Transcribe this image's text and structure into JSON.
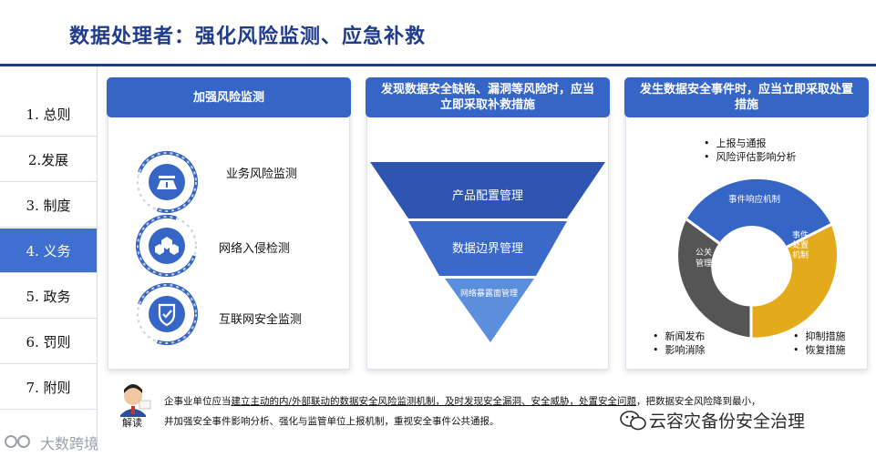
{
  "title": "数据处理者：强化风险监测、应急补救",
  "sidebar": [
    {
      "label": "1. 总则"
    },
    {
      "label": "2.发展"
    },
    {
      "label": "3. 制度"
    },
    {
      "label": "4. 义务"
    },
    {
      "label": "5. 政务"
    },
    {
      "label": "6. 罚则"
    },
    {
      "label": "7. 附则"
    }
  ],
  "sidebar_active_index": 3,
  "panel1": {
    "header": "加强风险监测",
    "items": [
      {
        "label": "业务风险监测",
        "icon": "road-icon"
      },
      {
        "label": "网络入侵检测",
        "icon": "network-icon"
      },
      {
        "label": "互联网安全监测",
        "icon": "shield-check-icon"
      }
    ]
  },
  "panel2": {
    "header_line1": "发现数据安全缺陷、漏洞等风险时，应当",
    "header_line2": "立即采取补救措施",
    "funnel": [
      "产品配置管理",
      "数据边界管理",
      "网络暴露面管理"
    ]
  },
  "panel3": {
    "header_line1": "发生数据安全事件时，应当立即采取处置",
    "header_line2": "措施",
    "ring_segments": [
      "事件响应机制",
      "事件处置机制",
      "公关管理"
    ],
    "segment_b_lines": [
      "事件",
      "处置",
      "机制"
    ],
    "segment_c_lines": [
      "公关",
      "管理"
    ],
    "bullets_top": [
      "上报与通报",
      "风险评估影响分析"
    ],
    "bullets_left": [
      "新闻发布",
      "影响消除"
    ],
    "bullets_right": [
      "抑制措施",
      "恢复措施"
    ]
  },
  "note": {
    "prefix": "企事业单位应当",
    "underlined": "建立主动的内/外部联动的数据安全风险监测机制，及时发现安全漏洞、安全威胁，处置安全问题",
    "suffix": "，把数据安全风险降到最小，",
    "line2": "并加强安全事件影响分析、强化与监管单位上报机制，重视安全事件公共通报。",
    "avatar_label": "解读"
  },
  "footer": {
    "left_logo": "大数跨境",
    "right_brand": "云容灾备份安全治理"
  },
  "colors": {
    "brand_blue": "#3565c5",
    "title_blue": "#1f3b8c",
    "gold": "#e3ab1c",
    "gray": "#555555"
  }
}
